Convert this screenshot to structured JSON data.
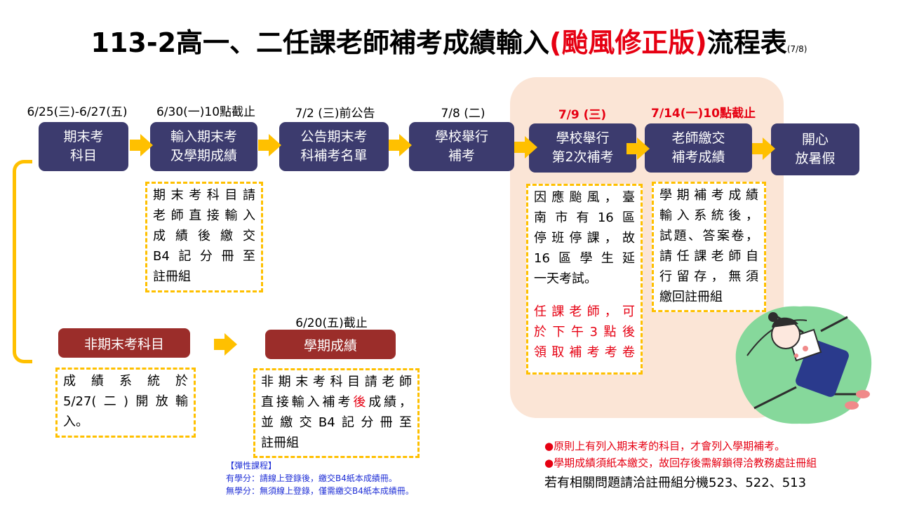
{
  "title": {
    "main": "113-2高一、二任課老師補考成績輸入",
    "highlight": "(颱風修正版)",
    "suffix": "流程表",
    "note": "(7/8)"
  },
  "steps": [
    {
      "date": "6/25(三)-6/27(五)",
      "line1": "期末考",
      "line2": "科目"
    },
    {
      "date": "6/30(一)10點截止",
      "line1": "輸入期末考",
      "line2": "及學期成績"
    },
    {
      "date": "7/2 (三)前公告",
      "line1": "公告期末考",
      "line2": "科補考名單"
    },
    {
      "date": "7/8 (二)",
      "line1": "學校舉行",
      "line2": "補考"
    },
    {
      "date": "7/9 (三)",
      "line1": "學校舉行",
      "line2": "第2次補考"
    },
    {
      "date": "7/14(一)10點截止",
      "line1": "老師繳交",
      "line2": "補考成績"
    },
    {
      "date": "",
      "line1": "開心",
      "line2": "放暑假"
    }
  ],
  "notes": {
    "final_exam": [
      "期末考科目請",
      "老師直接輸入",
      "成績後繳交",
      "B4記分冊至",
      "註冊組"
    ],
    "typhoon": [
      "因應颱風，臺",
      "南市有16區",
      "停班停課，故",
      "16區學生延",
      "一天考試。"
    ],
    "typhoon_red": [
      "任課老師，可",
      "於下午3點後",
      "領取補考考卷"
    ],
    "submit": [
      "學期補考成績",
      "輸入系統後，",
      "試題、答案卷，",
      "請任課老師自",
      "行留存，無須",
      "繳回註冊組"
    ],
    "system_open": [
      "成績系統於",
      "5/27(二)開放輸",
      "入。"
    ],
    "semester": {
      "l1": "非期末考科目請老師",
      "l2_a": "直接輸入補考",
      "l2_red": "後",
      "l2_b": "成績，",
      "l3": "並繳交B4記分冊至",
      "l4": "註冊組"
    }
  },
  "non_final": {
    "label": "非期末考科目"
  },
  "semester_grade": {
    "date": "6/20(五)截止",
    "label": "學期成績"
  },
  "elective": {
    "title": "【彈性課程】",
    "credit": "有學分：請線上登錄後，繳交B4紙本成績冊。",
    "no_credit": "無學分：無須線上登錄，僅需繳交B4紙本成績冊。"
  },
  "rules": [
    "●原則上有列入期末考的科目，才會列入學期補考。",
    "●學期成績須紙本繳交，故回存後需解鎖得洽教務處註冊組"
  ],
  "contact": "若有相關問題請洽註冊組分機523、522、513",
  "colors": {
    "step": "#3c3b6e",
    "brown": "#9b2d2a",
    "accent": "#ffc000",
    "highlight_bg": "#fbe5d6",
    "red": "#e60012",
    "blue": "#1f2fd6"
  },
  "illustration": "relaxing-person-icon"
}
